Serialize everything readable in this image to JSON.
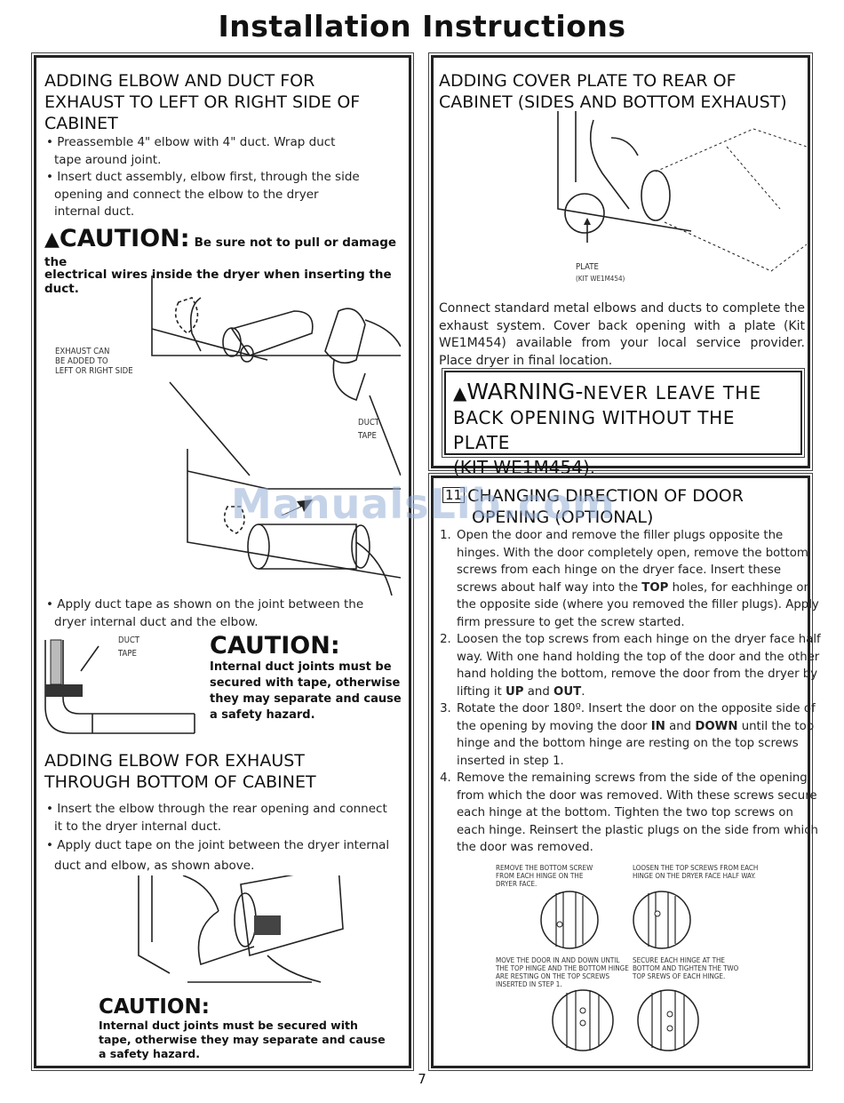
{
  "page": {
    "title": "Installation Instructions",
    "page_number": "7",
    "watermark": "ManualsLib.com"
  },
  "left": {
    "section1": {
      "heading_lines": [
        "ADDING ELBOW AND DUCT FOR",
        "EXHAUST TO LEFT OR RIGHT SIDE OF",
        "CABINET"
      ],
      "bullets": [
        "Preassemble 4\" elbow with 4\" duct. Wrap duct tape around joint.",
        "Insert duct assembly, elbow first, through the side opening and connect the elbow to the dryer internal duct."
      ],
      "caution_label": "CAUTION:",
      "caution_text_1": "Be sure not to pull or damage the",
      "caution_text_2": "electrical wires inside the dryer when inserting the duct.",
      "label_exhaust": [
        "EXHAUST CAN",
        "BE ADDED TO",
        "LEFT OR RIGHT SIDE"
      ],
      "label_duct_tape": [
        "DUCT",
        "TAPE"
      ],
      "bullet_apply": "Apply duct tape as shown on the joint between the dryer internal duct and the elbow.",
      "label_duct_tape_small": [
        "DUCT",
        "TAPE"
      ],
      "caution2_label": "CAUTION:",
      "caution2_text": "Internal duct joints must be secured with tape, otherwise they may separate and cause a safety hazard."
    },
    "section2": {
      "heading_lines": [
        "ADDING ELBOW FOR EXHAUST",
        "THROUGH BOTTOM OF CABINET"
      ],
      "bullets": [
        "Insert the elbow through the rear opening and connect it to the dryer internal duct.",
        "Apply duct tape on the joint between the dryer internal duct and elbow, as shown above."
      ],
      "caution_label": "CAUTION:",
      "caution_text": "Internal duct joints must be secured with tape, otherwise they may separate and cause a safety hazard."
    }
  },
  "right": {
    "section1": {
      "heading_lines": [
        "ADDING COVER PLATE TO REAR OF",
        "CABINET (SIDES AND BOTTOM EXHAUST)"
      ],
      "label_plate": [
        "PLATE",
        "(KIT WE1M454)"
      ],
      "body": "Connect standard metal elbows and ducts to complete the exhaust system. Cover back opening with a plate (Kit WE1M454) available from your local service provider. Place dryer in final location.",
      "warning_label": "WARNING-",
      "warning_lines": [
        "NEVER LEAVE THE",
        "BACK OPENING WITHOUT THE PLATE",
        "(KIT WE1M454)."
      ]
    },
    "section2": {
      "step_number": "11",
      "heading_lines": [
        "CHANGING DIRECTION OF DOOR",
        "OPENING (OPTIONAL)"
      ],
      "steps": [
        [
          "Open the door and remove the filler plugs opposite the hinges. With the door completely open, remove the bottom screws from each hinge on the dryer face. Insert these screws about half way into the ",
          "TOP",
          " holes, for eachhinge on the opposite side (where you removed the filler plugs). Apply firm pressure to get the screw started."
        ],
        [
          "Loosen the top screws from each hinge on the dryer face half way. With one hand holding the top of the door and the other hand holding the bottom, remove the door from the dryer by lifting it ",
          "UP",
          " and ",
          "OUT",
          "."
        ],
        [
          "Rotate the door 180º. Insert the door on the opposite side of the opening by moving the door ",
          "IN",
          " and ",
          "DOWN",
          " until the top hinge and the bottom hinge are resting on the top screws inserted in step 1."
        ],
        [
          "Remove the remaining screws from the side of the opening from which the door was removed. With these screws secure each hinge at the bottom. Tighten the two top screws on each hinge. Reinsert the plastic plugs on the side from which the door was removed."
        ]
      ],
      "fig_labels": {
        "a": [
          "REMOVE THE BOTTOM SCREW",
          "FROM EACH HINGE ON THE",
          "DRYER FACE."
        ],
        "b": [
          "LOOSEN THE TOP SCREWS FROM EACH",
          "HINGE ON THE DRYER FACE HALF WAY."
        ],
        "c": [
          "MOVE THE DOOR IN AND DOWN UNTIL",
          "THE TOP HINGE AND THE BOTTOM HINGE",
          "ARE RESTING ON THE TOP SCREWS",
          "INSERTED IN STEP 1."
        ],
        "d": [
          "SECURE EACH HINGE AT THE",
          "BOTTOM AND TIGHTEN THE TWO",
          "TOP SREWS OF EACH HINGE."
        ]
      }
    }
  },
  "colors": {
    "ink": "#111111",
    "border": "#222222",
    "watermark": "#96afd7"
  }
}
